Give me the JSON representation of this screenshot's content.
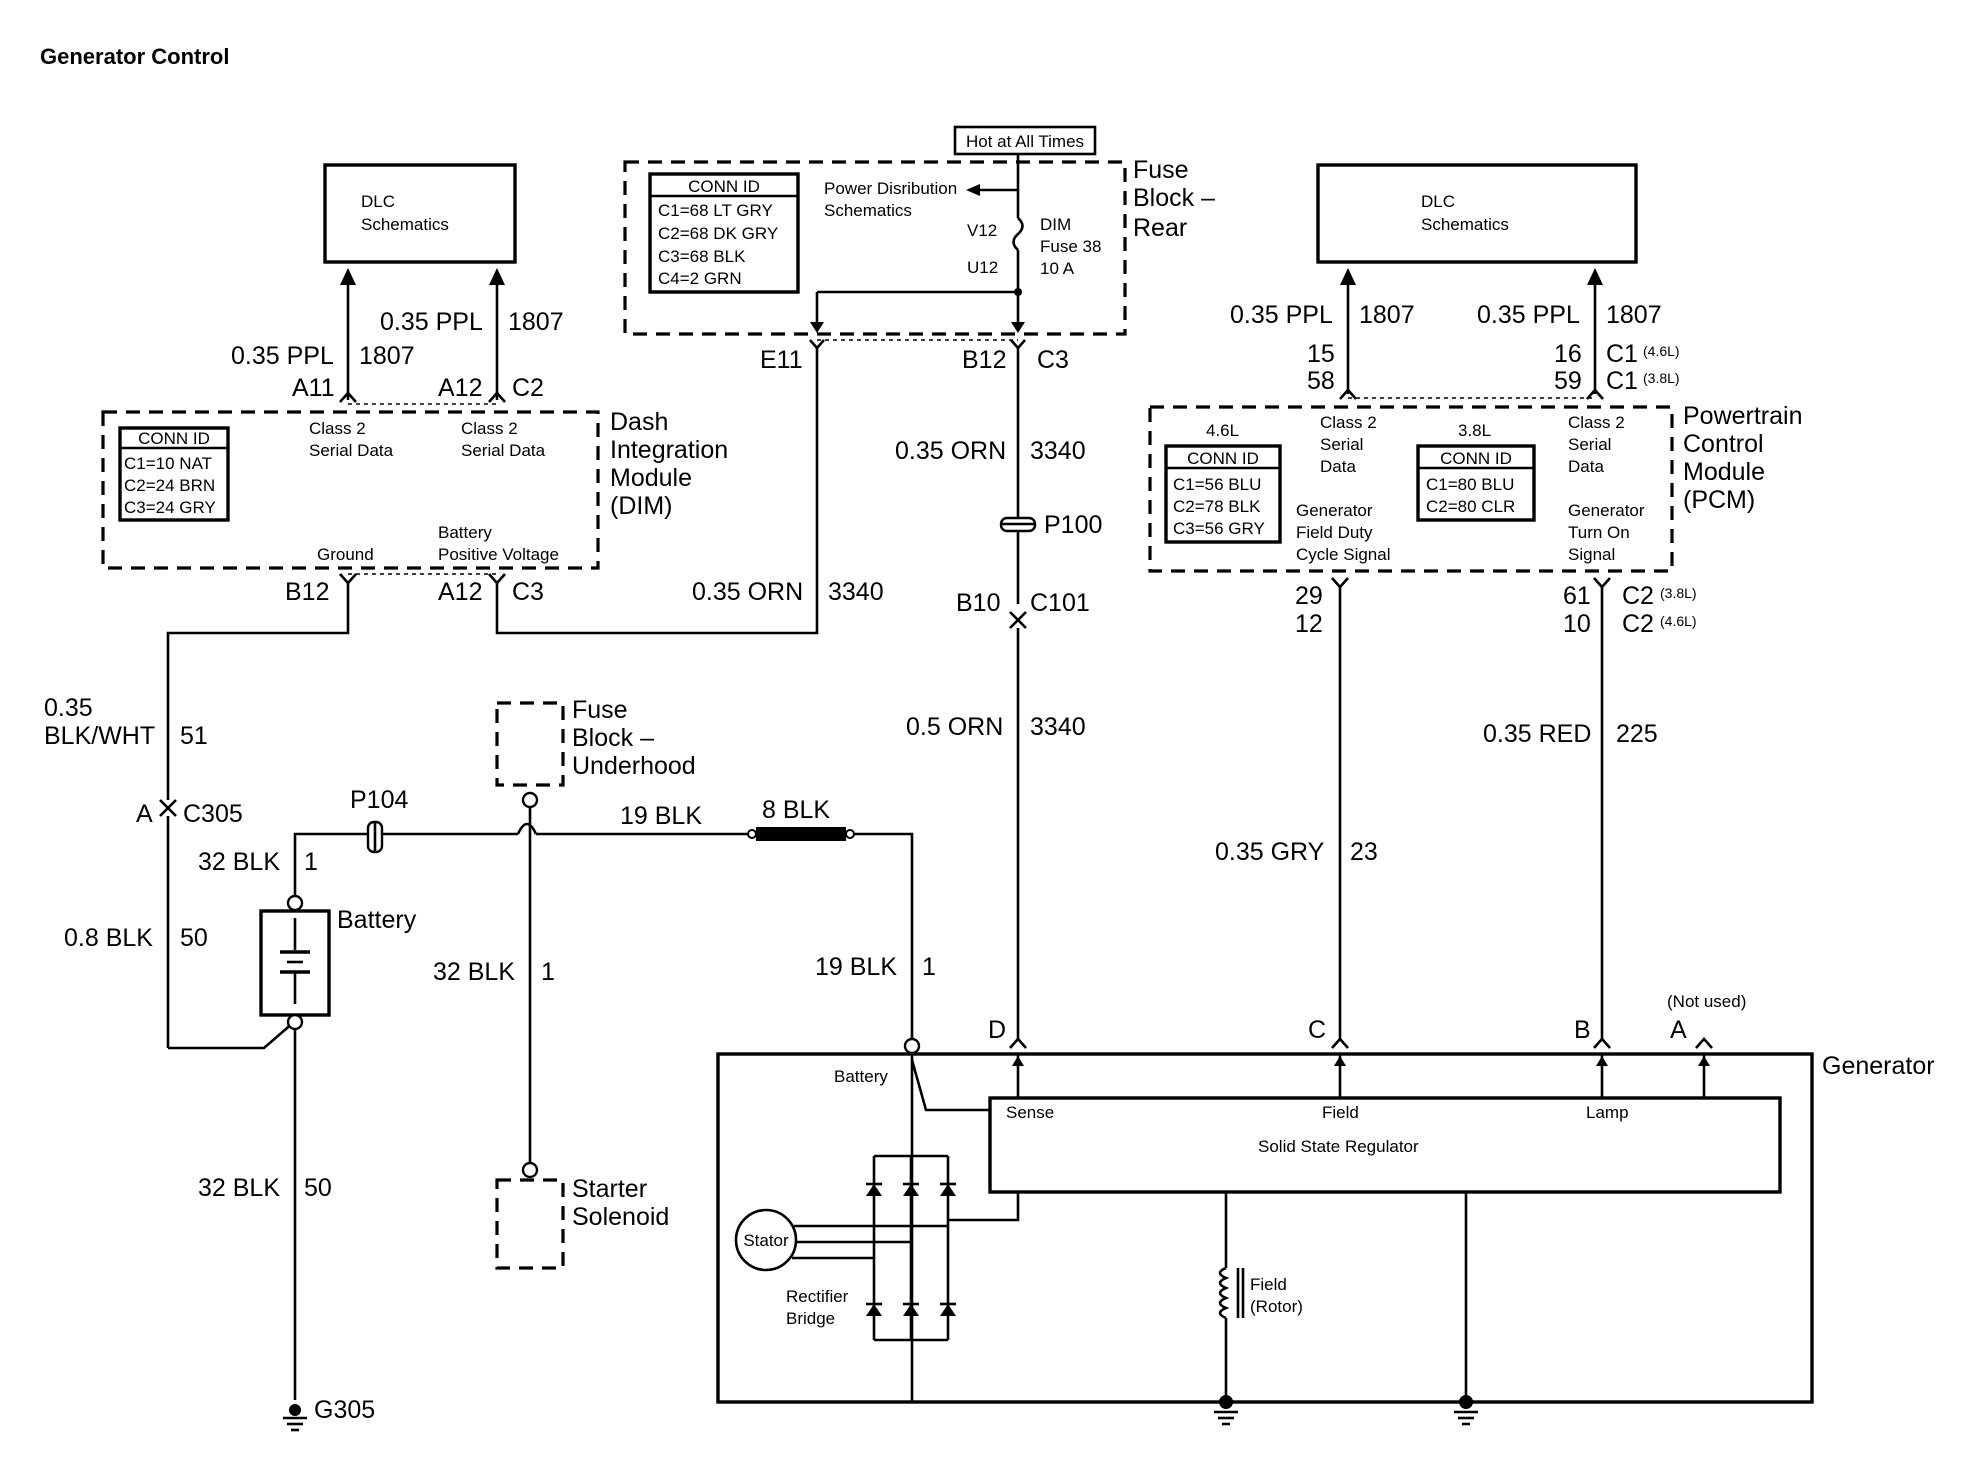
{
  "title": "Generator Control",
  "labels": [
    {
      "id": "hot-label",
      "text": "Hot at All Times"
    },
    {
      "id": "fb-rear",
      "text": "Fuse"
    },
    {
      "id": "fb-rear2",
      "text": "Block –"
    },
    {
      "id": "fb-rear3",
      "text": "Rear"
    },
    {
      "id": "pd-schem1",
      "text": "Power Disribution"
    },
    {
      "id": "pd-schem2",
      "text": "Schematics"
    },
    {
      "id": "v12",
      "text": "V12"
    },
    {
      "id": "u12",
      "text": "U12"
    },
    {
      "id": "dimfuse1",
      "text": "DIM"
    },
    {
      "id": "dimfuse2",
      "text": "Fuse 38"
    },
    {
      "id": "dimfuse3",
      "text": "10 A"
    },
    {
      "id": "fr-connid",
      "text": "CONN ID"
    },
    {
      "id": "fr-c1",
      "text": "C1=68 LT GRY"
    },
    {
      "id": "fr-c2",
      "text": "C2=68 DK GRY"
    },
    {
      "id": "fr-c3",
      "text": "C3=68 BLK"
    },
    {
      "id": "fr-c4",
      "text": "C4=2 GRN"
    },
    {
      "id": "dlc1a",
      "text": "DLC"
    },
    {
      "id": "dlc1b",
      "text": "Schematics"
    },
    {
      "id": "dlc2a",
      "text": "DLC"
    },
    {
      "id": "dlc2b",
      "text": "Schematics"
    },
    {
      "id": "w-a11",
      "text": "0.35 PPL"
    },
    {
      "id": "c-a11",
      "text": "1807"
    },
    {
      "id": "w-a12",
      "text": "0.35 PPL"
    },
    {
      "id": "c-a12",
      "text": "1807"
    },
    {
      "id": "p-a11",
      "text": "A11"
    },
    {
      "id": "p-a12",
      "text": "A12"
    },
    {
      "id": "p-c2",
      "text": "C2"
    },
    {
      "id": "dim-name1",
      "text": "Dash"
    },
    {
      "id": "dim-name2",
      "text": "Integration"
    },
    {
      "id": "dim-name3",
      "text": "Module"
    },
    {
      "id": "dim-name4",
      "text": "(DIM)"
    },
    {
      "id": "dim-connid",
      "text": "CONN ID"
    },
    {
      "id": "dim-c1",
      "text": "C1=10 NAT"
    },
    {
      "id": "dim-c2",
      "text": "C2=24 BRN"
    },
    {
      "id": "dim-c3",
      "text": "C3=24 GRY"
    },
    {
      "id": "dim-cl2a",
      "text": "Class 2"
    },
    {
      "id": "dim-sda",
      "text": "Serial Data"
    },
    {
      "id": "dim-cl2b",
      "text": "Class 2"
    },
    {
      "id": "dim-sdb",
      "text": "Serial Data"
    },
    {
      "id": "dim-bat",
      "text": "Battery"
    },
    {
      "id": "dim-pv",
      "text": "Positive Voltage"
    },
    {
      "id": "dim-gnd",
      "text": "Ground"
    },
    {
      "id": "p-b12l",
      "text": "B12"
    },
    {
      "id": "p-a12b",
      "text": "A12"
    },
    {
      "id": "p-c3l",
      "text": "C3"
    },
    {
      "id": "p-e11",
      "text": "E11"
    },
    {
      "id": "p-b12m",
      "text": "B12"
    },
    {
      "id": "p-c3m",
      "text": "C3"
    },
    {
      "id": "w-orn1",
      "text": "0.35 ORN"
    },
    {
      "id": "c-orn1",
      "text": "3340"
    },
    {
      "id": "w-orn2",
      "text": "0.35 ORN"
    },
    {
      "id": "c-orn2",
      "text": "3340"
    },
    {
      "id": "p100",
      "text": "P100"
    },
    {
      "id": "p-b10",
      "text": "B10"
    },
    {
      "id": "c101",
      "text": "C101"
    },
    {
      "id": "w-orn3",
      "text": "0.5 ORN"
    },
    {
      "id": "c-orn3",
      "text": "3340"
    },
    {
      "id": "w-blkwht1",
      "text": "0.35"
    },
    {
      "id": "w-blkwht2",
      "text": "BLK/WHT"
    },
    {
      "id": "c-blkwht",
      "text": "51"
    },
    {
      "id": "p-a305",
      "text": "A"
    },
    {
      "id": "c305",
      "text": "C305"
    },
    {
      "id": "w-08",
      "text": "0.8 BLK"
    },
    {
      "id": "c-08",
      "text": "50"
    },
    {
      "id": "p104",
      "text": "P104"
    },
    {
      "id": "w-32a",
      "text": "32 BLK"
    },
    {
      "id": "c-32a",
      "text": "1"
    },
    {
      "id": "battery",
      "text": "Battery"
    },
    {
      "id": "w-32b",
      "text": "32 BLK"
    },
    {
      "id": "c-32b",
      "text": "1"
    },
    {
      "id": "w-32c",
      "text": "32 BLK"
    },
    {
      "id": "c-32c",
      "text": "50"
    },
    {
      "id": "g305",
      "text": "G305"
    },
    {
      "id": "fbu1",
      "text": "Fuse"
    },
    {
      "id": "fbu2",
      "text": "Block –"
    },
    {
      "id": "fbu3",
      "text": "Underhood"
    },
    {
      "id": "w-19a",
      "text": "19 BLK"
    },
    {
      "id": "w-8",
      "text": "8 BLK"
    },
    {
      "id": "w-19b",
      "text": "19 BLK"
    },
    {
      "id": "c-19b",
      "text": "1"
    },
    {
      "id": "ss1",
      "text": "Starter"
    },
    {
      "id": "ss2",
      "text": "Solenoid"
    },
    {
      "id": "pcm-w1",
      "text": "0.35 PPL"
    },
    {
      "id": "pcm-c1",
      "text": "1807"
    },
    {
      "id": "pcm-w2",
      "text": "0.35 PPL"
    },
    {
      "id": "pcm-c2",
      "text": "1807"
    },
    {
      "id": "pcm-15",
      "text": "15"
    },
    {
      "id": "pcm-58",
      "text": "58"
    },
    {
      "id": "pcm-16",
      "text": "16"
    },
    {
      "id": "pcm-59",
      "text": "59"
    },
    {
      "id": "pcm-c1a",
      "text": "C1"
    },
    {
      "id": "pcm-46a",
      "text": "(4.6L)"
    },
    {
      "id": "pcm-c1b",
      "text": "C1"
    },
    {
      "id": "pcm-38a",
      "text": "(3.8L)"
    },
    {
      "id": "pcm-name1",
      "text": "Powertrain"
    },
    {
      "id": "pcm-name2",
      "text": "Control"
    },
    {
      "id": "pcm-name3",
      "text": "Module"
    },
    {
      "id": "pcm-name4",
      "text": "(PCM)"
    },
    {
      "id": "pcm-46",
      "text": "4.6L"
    },
    {
      "id": "pcm-38",
      "text": "3.8L"
    },
    {
      "id": "pcm-connid1",
      "text": "CONN ID"
    },
    {
      "id": "pcm-k1",
      "text": "C1=56 BLU"
    },
    {
      "id": "pcm-k2",
      "text": "C2=78 BLK"
    },
    {
      "id": "pcm-k3",
      "text": "C3=56 GRY"
    },
    {
      "id": "pcm-connid2",
      "text": "CONN ID"
    },
    {
      "id": "pcm-m1",
      "text": "C1=80 BLU"
    },
    {
      "id": "pcm-m2",
      "text": "C2=80 CLR"
    },
    {
      "id": "pcm-cl2a1",
      "text": "Class 2"
    },
    {
      "id": "pcm-cl2a2",
      "text": "Serial"
    },
    {
      "id": "pcm-cl2a3",
      "text": "Data"
    },
    {
      "id": "pcm-cl2b1",
      "text": "Class 2"
    },
    {
      "id": "pcm-cl2b2",
      "text": "Serial"
    },
    {
      "id": "pcm-cl2b3",
      "text": "Data"
    },
    {
      "id": "pcm-gf1",
      "text": "Generator"
    },
    {
      "id": "pcm-gf2",
      "text": "Field Duty"
    },
    {
      "id": "pcm-gf3",
      "text": "Cycle Signal"
    },
    {
      "id": "pcm-gt1",
      "text": "Generator"
    },
    {
      "id": "pcm-gt2",
      "text": "Turn On"
    },
    {
      "id": "pcm-gt3",
      "text": "Signal"
    },
    {
      "id": "pcm-29",
      "text": "29"
    },
    {
      "id": "pcm-12",
      "text": "12"
    },
    {
      "id": "pcm-61",
      "text": "61"
    },
    {
      "id": "pcm-10",
      "text": "10"
    },
    {
      "id": "pcm-c2a",
      "text": "C2"
    },
    {
      "id": "pcm-38b",
      "text": "(3.8L)"
    },
    {
      "id": "pcm-c2b",
      "text": "C2"
    },
    {
      "id": "pcm-46b",
      "text": "(4.6L)"
    },
    {
      "id": "w-gry",
      "text": "0.35 GRY"
    },
    {
      "id": "c-gry",
      "text": "23"
    },
    {
      "id": "w-red",
      "text": "0.35 RED"
    },
    {
      "id": "c-red",
      "text": "225"
    },
    {
      "id": "notused",
      "text": "(Not used)"
    },
    {
      "id": "g-d",
      "text": "D"
    },
    {
      "id": "g-c",
      "text": "C"
    },
    {
      "id": "g-b",
      "text": "B"
    },
    {
      "id": "g-a",
      "text": "A"
    },
    {
      "id": "generator",
      "text": "Generator"
    },
    {
      "id": "gen-bat",
      "text": "Battery"
    },
    {
      "id": "gen-sense",
      "text": "Sense"
    },
    {
      "id": "gen-field",
      "text": "Field"
    },
    {
      "id": "gen-lamp",
      "text": "Lamp"
    },
    {
      "id": "gen-ssr",
      "text": "Solid State Regulator"
    },
    {
      "id": "stator",
      "text": "Stator"
    },
    {
      "id": "rect1",
      "text": "Rectifier"
    },
    {
      "id": "rect2",
      "text": "Bridge"
    },
    {
      "id": "rotor1",
      "text": "Field"
    },
    {
      "id": "rotor2",
      "text": "(Rotor)"
    }
  ]
}
